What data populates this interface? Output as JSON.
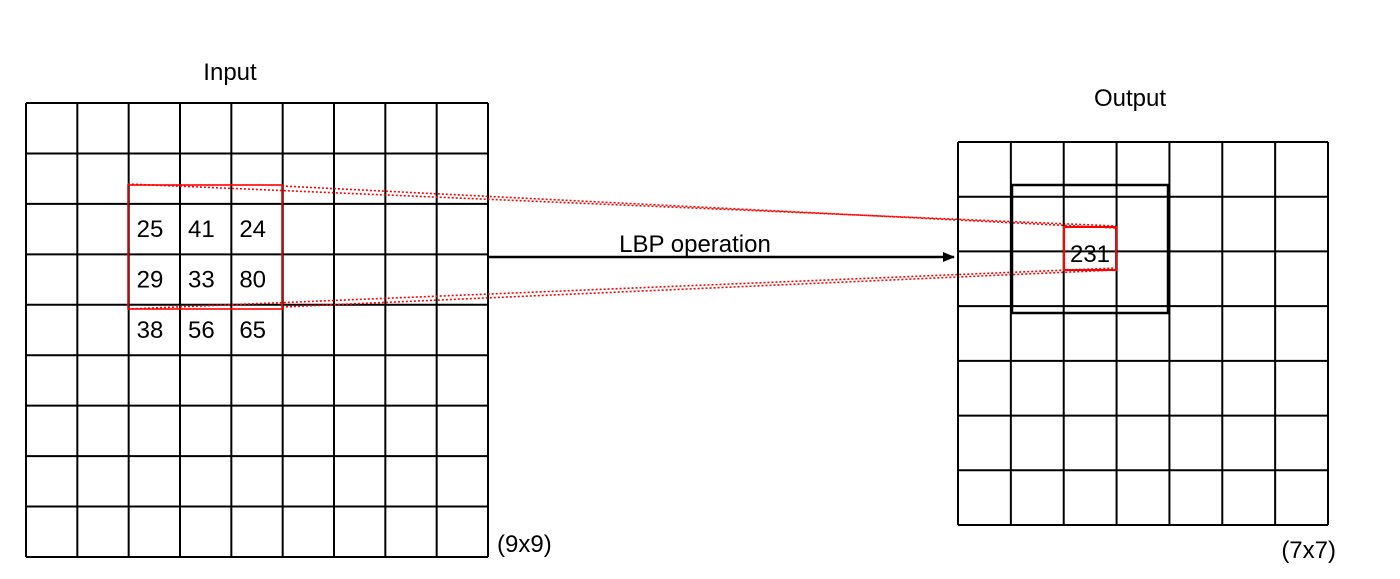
{
  "input": {
    "title": "Input",
    "size_label": "(9x9)",
    "rows": 9,
    "cols": 9,
    "window_values": [
      [
        "25",
        "41",
        "24"
      ],
      [
        "29",
        "33",
        "80"
      ],
      [
        "38",
        "56",
        "65"
      ]
    ]
  },
  "output": {
    "title": "Output",
    "size_label": "(7x7)",
    "rows": 7,
    "cols": 7,
    "center_value": "231"
  },
  "operation_label": "LBP operation",
  "colors": {
    "grid": "#000000",
    "highlight": "#ff0000",
    "background": "#ffffff"
  }
}
